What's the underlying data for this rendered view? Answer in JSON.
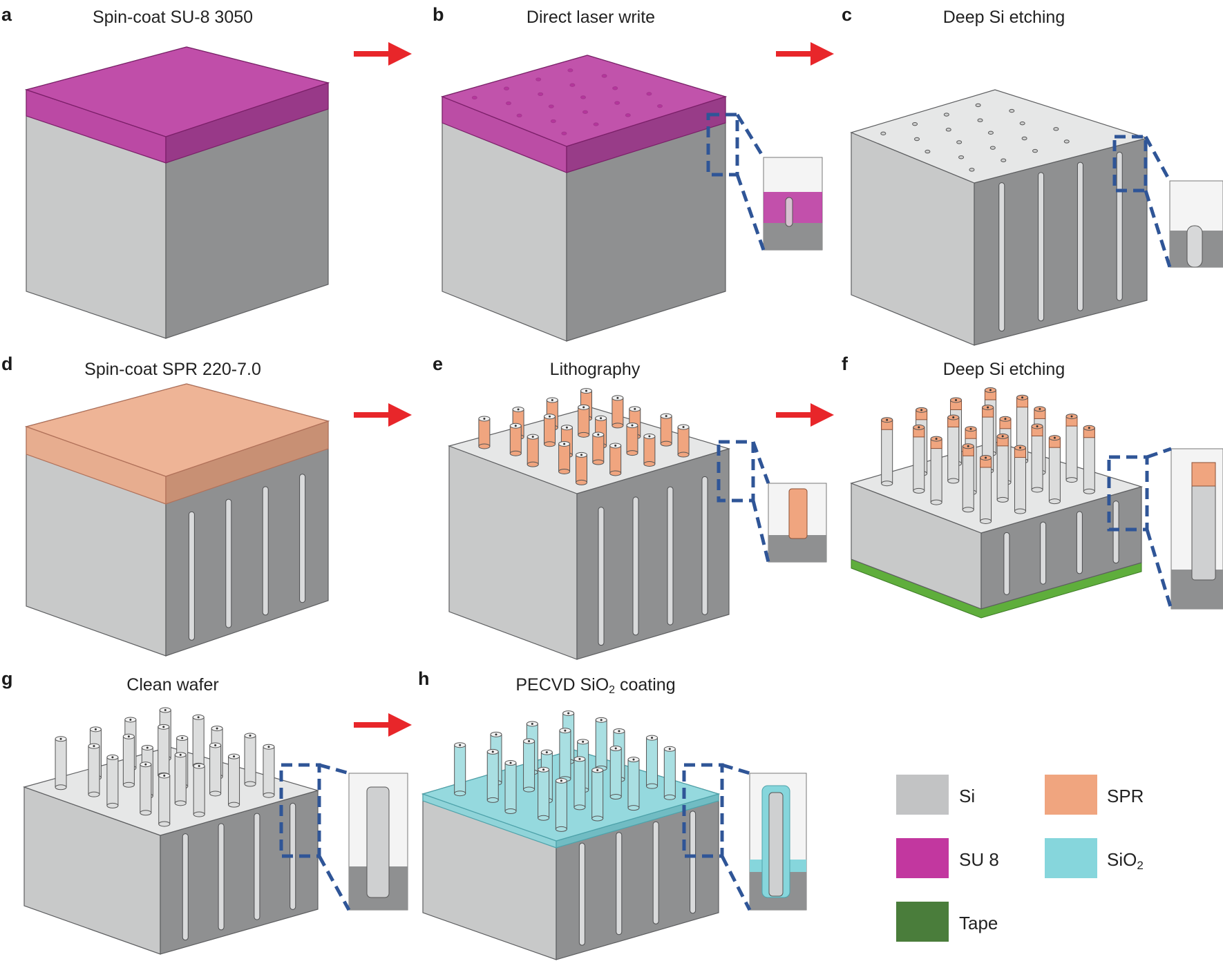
{
  "colors": {
    "si_top": "#e6e7e7",
    "si_left": "#c8c9c9",
    "si_right": "#8f9091",
    "su8": "#b8329e",
    "spr": "#f0a57f",
    "sio2": "#86d6dc",
    "tape": "#5fae3c",
    "arrow": "#e8262a",
    "dash": "#2f5597"
  },
  "panels": [
    {
      "id": "a",
      "letter": "a",
      "title": "Spin-coat SU-8 3050"
    },
    {
      "id": "b",
      "letter": "b",
      "title": "Direct laser write"
    },
    {
      "id": "c",
      "letter": "c",
      "title": "Deep Si etching"
    },
    {
      "id": "d",
      "letter": "d",
      "title": "Spin-coat SPR 220-7.0"
    },
    {
      "id": "e",
      "letter": "e",
      "title": "Lithography"
    },
    {
      "id": "f",
      "letter": "f",
      "title": "Deep Si etching"
    },
    {
      "id": "g",
      "letter": "g",
      "title": "Clean wafer"
    },
    {
      "id": "h",
      "letter": "h",
      "title_prefix": "PECVD SiO",
      "title_sub": "2",
      "title_suffix": " coating"
    }
  ],
  "legend": [
    {
      "id": "si",
      "label": "Si",
      "color": "#c2c3c4"
    },
    {
      "id": "spr",
      "label": "SPR",
      "color": "#f0a57f"
    },
    {
      "id": "su8",
      "label": "SU 8",
      "color": "#c2379f"
    },
    {
      "id": "sio2",
      "label_prefix": "SiO",
      "label_sub": "2",
      "color": "#86d6dc"
    },
    {
      "id": "tape",
      "label": "Tape",
      "color": "#4a7d3b"
    }
  ]
}
